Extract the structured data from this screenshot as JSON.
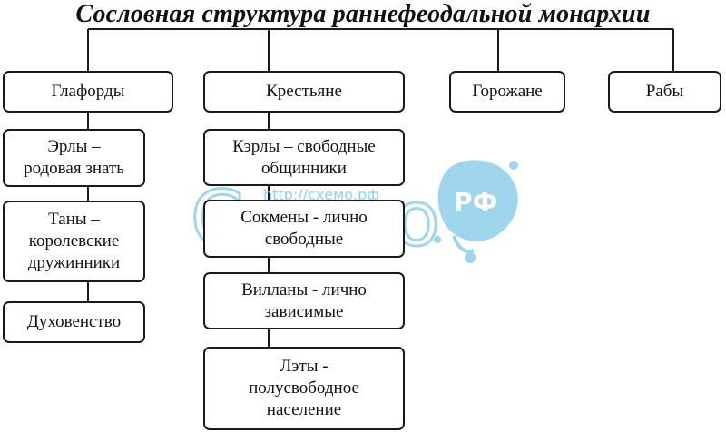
{
  "title": "Сословная структура раннефеодальной монархии",
  "columns": {
    "glafordy": {
      "header": "Глафорды",
      "items": [
        "Эрлы –\nродовая знать",
        "Таны –\nкоролевские\nдружинники",
        "Духовенство"
      ]
    },
    "krestyane": {
      "header": "Крестьяне",
      "items": [
        "Кэрлы – свободные\nобщинники",
        "Сокмены - лично\nсвободные",
        "Вилланы - лично\nзависимые",
        "Лэты -\nполусвободное\nнаселение"
      ]
    },
    "gorozhane": {
      "header": "Горожане"
    },
    "raby": {
      "header": "Рабы"
    }
  },
  "watermark": {
    "url": "http://схемо.рф",
    "logo_text": "Схемо",
    "badge_text": "РФ",
    "color": "#7fc8e8"
  }
}
